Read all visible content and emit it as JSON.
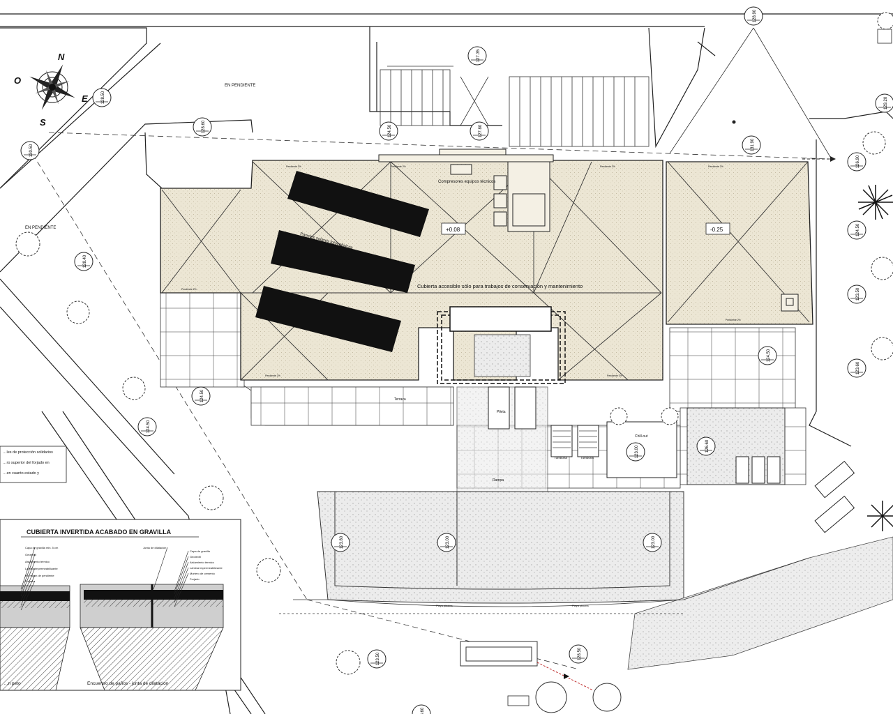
{
  "compass": {
    "north": "N",
    "south": "S",
    "east": "E",
    "west": "O"
  },
  "zones": {
    "slope_top": "EN PENDIENTE",
    "slope_left": "EN PENDIENTE",
    "terrace": "Terraza",
    "pool_bench": "Pileta",
    "chillout": "Chill-out",
    "lounger_a": "Tumbona",
    "lounger_b": "Tumbona",
    "stair": "Rampa",
    "pool_edge_a": "Playa piscina",
    "pool_edge_b": "Playa piscina"
  },
  "roof": {
    "panels_label": "Paneles solares fotovoltaicos",
    "equipment_label": "Compresores equipos técnicos",
    "accessible_note": "Cubierta accesible sólo para trabajos de conservación y mantenimiento",
    "level_main": "+0.08",
    "level_right": "-0.25",
    "slope_marks": [
      "Pendiente 2%",
      "Pendiente 2%",
      "Pendiente 2%",
      "Pendiente 2%",
      "Pendiente 2%",
      "Pendiente 2%",
      "Pendiente 2%",
      "Pendiente 2%"
    ]
  },
  "levels": [
    "128.90",
    "127.35",
    "128.50",
    "128.60",
    "124.50",
    "127.80",
    "130.50",
    "128.40",
    "131.90",
    "126.90",
    "124.50",
    "123.50",
    "123.60",
    "129.20",
    "124.50",
    "124.50",
    "124.50",
    "123.80",
    "126.60",
    "123.00",
    "123.00",
    "123.00",
    "123.50",
    "128.50",
    "128.60"
  ],
  "notes": {
    "protection_note": [
      "…les de protección solidarios",
      "…ro superior del forjado en",
      "…en cuanto estado y"
    ]
  },
  "detail": {
    "title": "CUBIERTA INVERTIDA ACABADO EN GRAVILLA",
    "left_caption": "…n peto",
    "right_caption": "Encuentro de paños - junta de dilatacion",
    "layers_left": [
      "Capa de gravilla min. 5 cm",
      "Geotextil",
      "Aislamiento térmico",
      "Lámina impermeabilizante",
      "Hormigón de pendiente",
      "Forjado"
    ],
    "layers_right": [
      "Junta de dilatación",
      "Capa de gravilla",
      "Geotextil",
      "Aislamiento térmico",
      "Lámina impermeabilizante",
      "Mortero de cemento",
      "Forjado"
    ]
  },
  "colors": {
    "line": "#222222",
    "roof_fill": "#ece6d4",
    "panel": "#111111",
    "paving": "#dcdcdc",
    "hatch": "#d0d0d0"
  }
}
